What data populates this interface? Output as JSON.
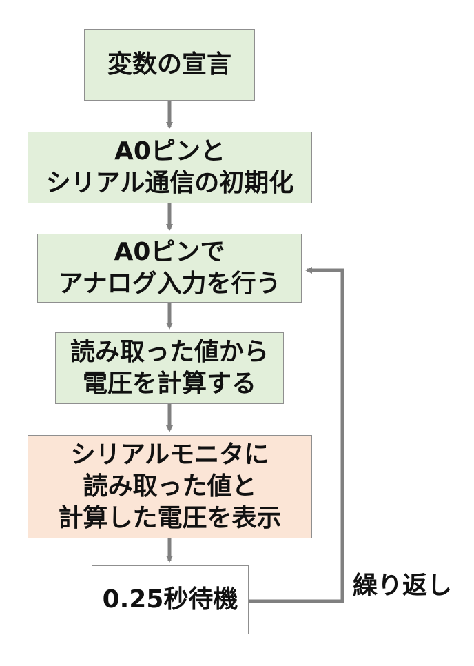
{
  "flowchart": {
    "colors": {
      "green_fill": "#e2efda",
      "peach_fill": "#fbe5d6",
      "white_fill": "#ffffff",
      "border": "#8f8f8f",
      "arrow": "#808080",
      "text": "#111111"
    },
    "steps": [
      {
        "id": "step-declare-variables",
        "text": "変数の宣言",
        "fill": "green"
      },
      {
        "id": "step-init",
        "text": "A0ピンと\nシリアル通信の初期化",
        "fill": "green"
      },
      {
        "id": "step-analog-input",
        "text": "A0ピンで\nアナログ入力を行う",
        "fill": "green"
      },
      {
        "id": "step-calc-voltage",
        "text": "読み取った値から\n電圧を計算する",
        "fill": "green"
      },
      {
        "id": "step-display",
        "text": "シリアルモニタに\n読み取った値と\n計算した電圧を表示",
        "fill": "peach"
      },
      {
        "id": "step-wait",
        "text": "0.25秒待機",
        "fill": "white"
      }
    ],
    "loop_label": "繰り返し"
  }
}
